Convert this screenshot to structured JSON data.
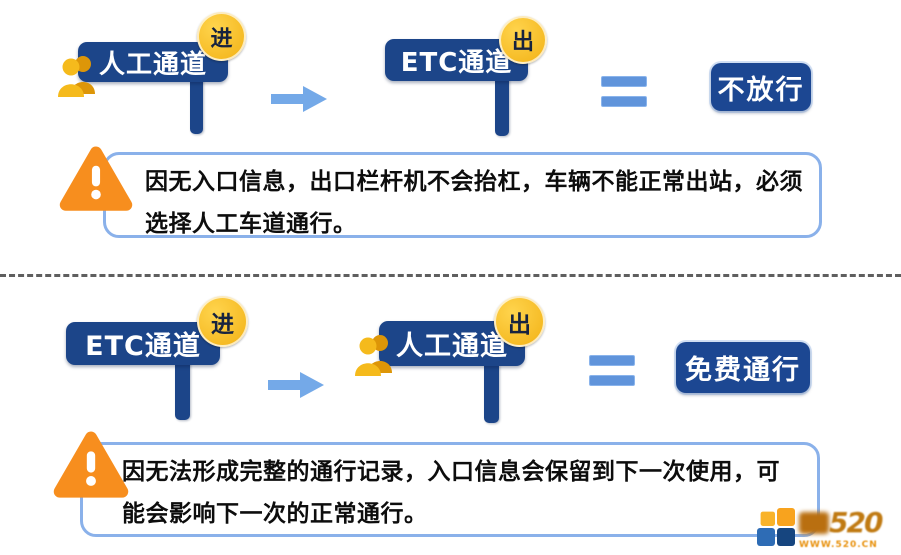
{
  "colors": {
    "sign_navy": "#1c4589",
    "verdict_navy": "#1c4792",
    "badge_yellow": "#f5bb1d",
    "person_gold": "#f5ba1c",
    "warning_orange": "#f78e1e",
    "arrow_blue": "#74a9e8",
    "equals_blue": "#6094db",
    "note_border_blue": "#8ab1ea",
    "divider_gray": "#5f5f5f"
  },
  "rows": [
    {
      "entry": {
        "label": "人工通道",
        "badge": "进"
      },
      "exit": {
        "label": "ETC通道",
        "badge": "出"
      },
      "verdict": "不放行",
      "note": "因无入口信息，出口栏杆机不会抬杠，车辆不能正常出站，必须选择人工车道通行。"
    },
    {
      "entry": {
        "label": "ETC通道",
        "badge": "进"
      },
      "exit": {
        "label": "人工通道",
        "badge": "出"
      },
      "verdict": "免费通行",
      "note": "因无法形成完整的通行记录，入口信息会保留到下一次使用，可能会影响下一次的正常通行。"
    }
  ],
  "watermark": {
    "number": "520",
    "url": "WWW.520.CN"
  }
}
